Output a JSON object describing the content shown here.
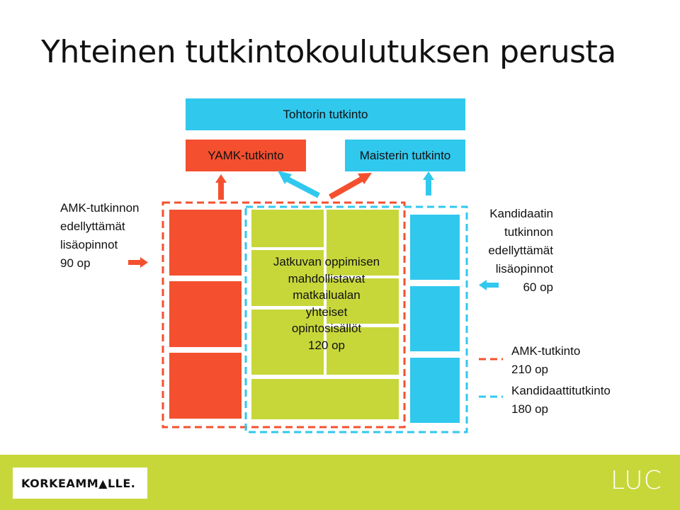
{
  "title": "Yhteinen tutkintokoulutuksen perusta",
  "boxes": {
    "tohtorin": "Tohtorin tutkinto",
    "yamk": "YAMK-tutkinto",
    "maisterin": "Maisterin tutkinto"
  },
  "left_text": [
    "AMK-tutkinnon",
    "edellyttämät",
    "lisäopinnot",
    "90 op"
  ],
  "right_text": [
    "Kandidaatin",
    "tutkinnon",
    "edellyttämät",
    "lisäopinnot",
    "60 op"
  ],
  "center_text": [
    "Jatkuvan oppimisen",
    "mahdollistavat",
    "matkailualan",
    "yhteiset",
    "opintosisällöt",
    "120 op"
  ],
  "legend": [
    {
      "line1": "AMK-tutkinto",
      "line2": "210 op",
      "color": "#f4502f"
    },
    {
      "line1": "Kandidaattitutkinto",
      "line2": "180 op",
      "color": "#31c8ee"
    }
  ],
  "footer": {
    "logo_text": "KORKEAMM▲LLE.",
    "brand": "LUC",
    "color": "#c7d73a"
  },
  "colors": {
    "cyan": "#31c8ee",
    "orange": "#f4502f",
    "green": "#c7d73a"
  }
}
